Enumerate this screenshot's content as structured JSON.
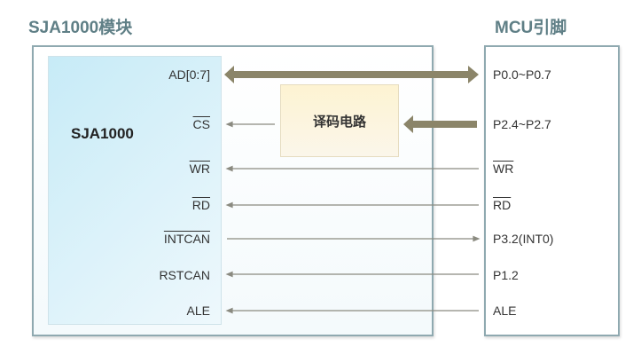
{
  "titles": {
    "module": "SJA1000模块",
    "mcu": "MCU引脚"
  },
  "chip_name": "SJA1000",
  "decoder": "译码电路",
  "signals": [
    {
      "left": "AD[0:7]",
      "right": "P0.0~P0.7",
      "left_overline": false,
      "right_overline": false
    },
    {
      "left": "CS",
      "right": "P2.4~P2.7",
      "left_overline": true,
      "right_overline": false
    },
    {
      "left": "WR",
      "right": "WR",
      "left_overline": true,
      "right_overline": true
    },
    {
      "left": "RD",
      "right": "RD",
      "left_overline": true,
      "right_overline": true
    },
    {
      "left": "INTCAN",
      "right": "P3.2(INT0)",
      "left_overline": true,
      "right_overline": false
    },
    {
      "left": "RSTCAN",
      "right": "P1.2",
      "left_overline": false,
      "right_overline": false
    },
    {
      "left": "ALE",
      "right": "ALE",
      "left_overline": false,
      "right_overline": false
    }
  ],
  "colors": {
    "bus": "#8b8569",
    "line": "#8a8a80"
  }
}
